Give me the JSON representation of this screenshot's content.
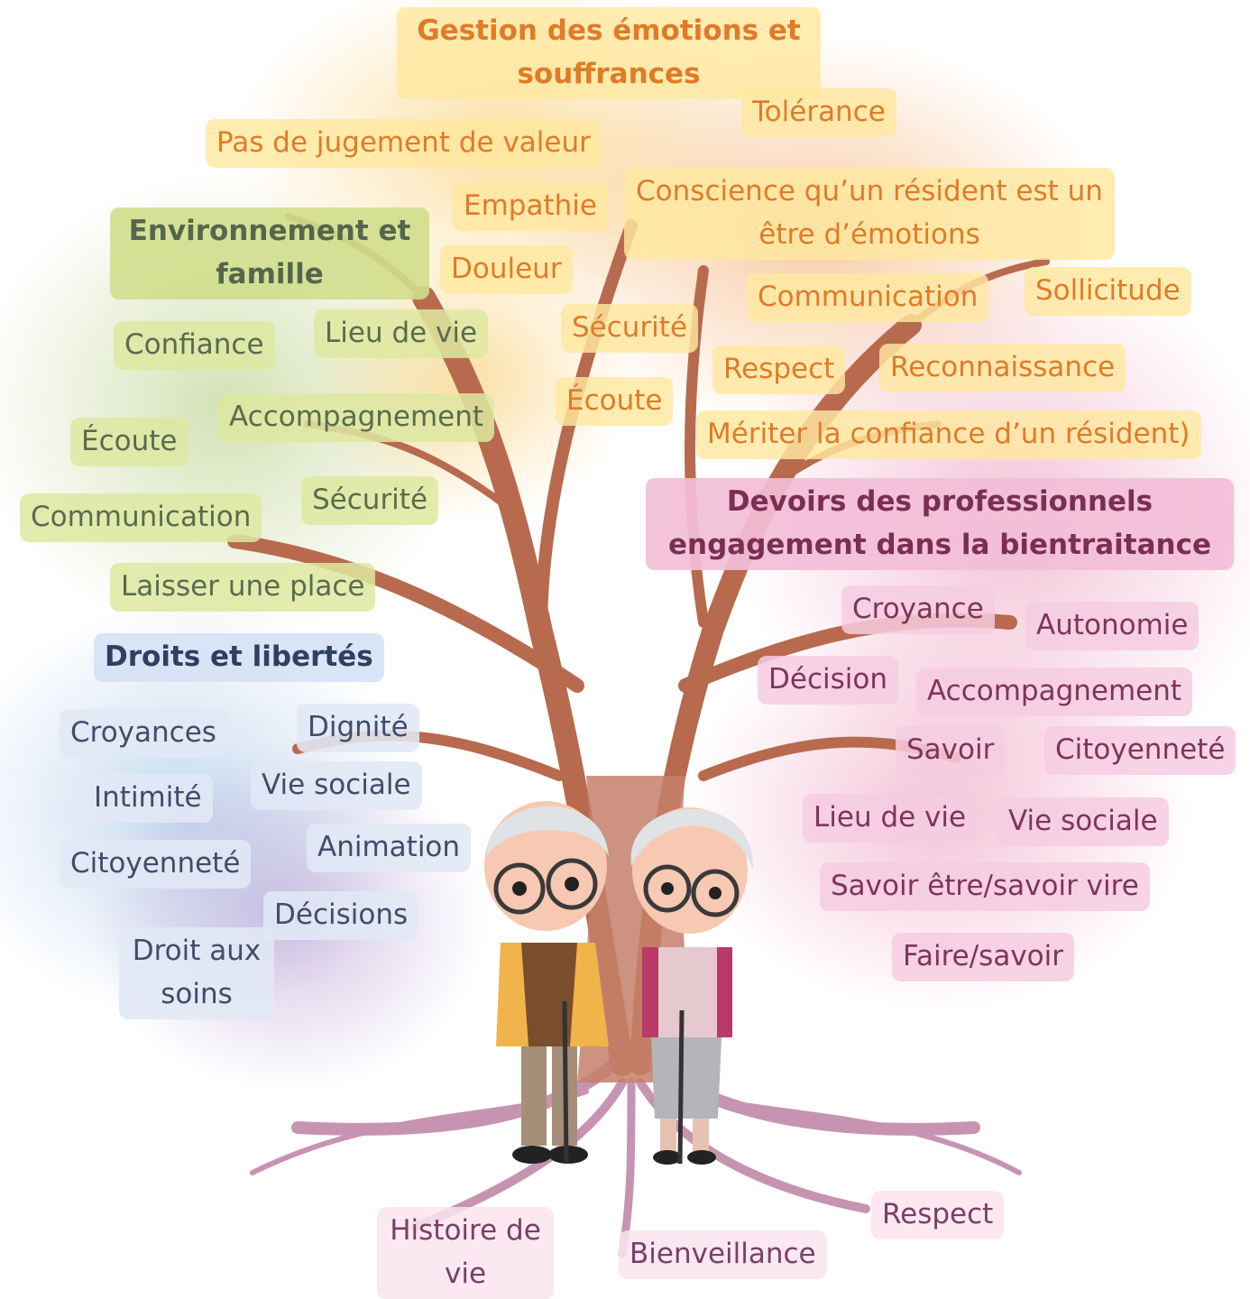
{
  "headers": {
    "emotions": "Gestion des émotions et souffrances",
    "environment": "Environnement et famille",
    "rights": "Droits et libertés",
    "duties": "Devoirs des professionnels engagement dans la bientraitance"
  },
  "emotions_items": [
    "Tolérance",
    "Pas de jugement de valeur",
    "Empathie",
    "Conscience qu’un résident est un être d’émotions",
    "Douleur",
    "Communication",
    "Sollicitude",
    "Sécurité",
    "Respect",
    "Reconnaissance",
    "Écoute",
    "Mériter la confiance d’un résident)"
  ],
  "environment_items": [
    "Confiance",
    "Lieu de vie",
    "Accompagnement",
    "Écoute",
    "Communication",
    "Sécurité",
    "Laisser une place"
  ],
  "rights_items": [
    "Croyances",
    "Dignité",
    "Intimité",
    "Vie sociale",
    "Citoyenneté",
    "Animation",
    "Décisions",
    "Droit aux soins"
  ],
  "duties_items": [
    "Croyance",
    "Autonomie",
    "Décision",
    "Accompagnement",
    "Savoir",
    "Citoyenneté",
    "Lieu de vie",
    "Vie sociale",
    "Savoir être/savoir vire",
    "Faire/savoir"
  ],
  "roots_items": [
    "Histoire de vie",
    "Bienveillance",
    "Respect"
  ],
  "colors": {
    "emotions": "#e07b28",
    "environment": "#5a6b4e",
    "rights": "#3f4d6a",
    "duties": "#7d3558",
    "trunk": "#b86a4e"
  }
}
